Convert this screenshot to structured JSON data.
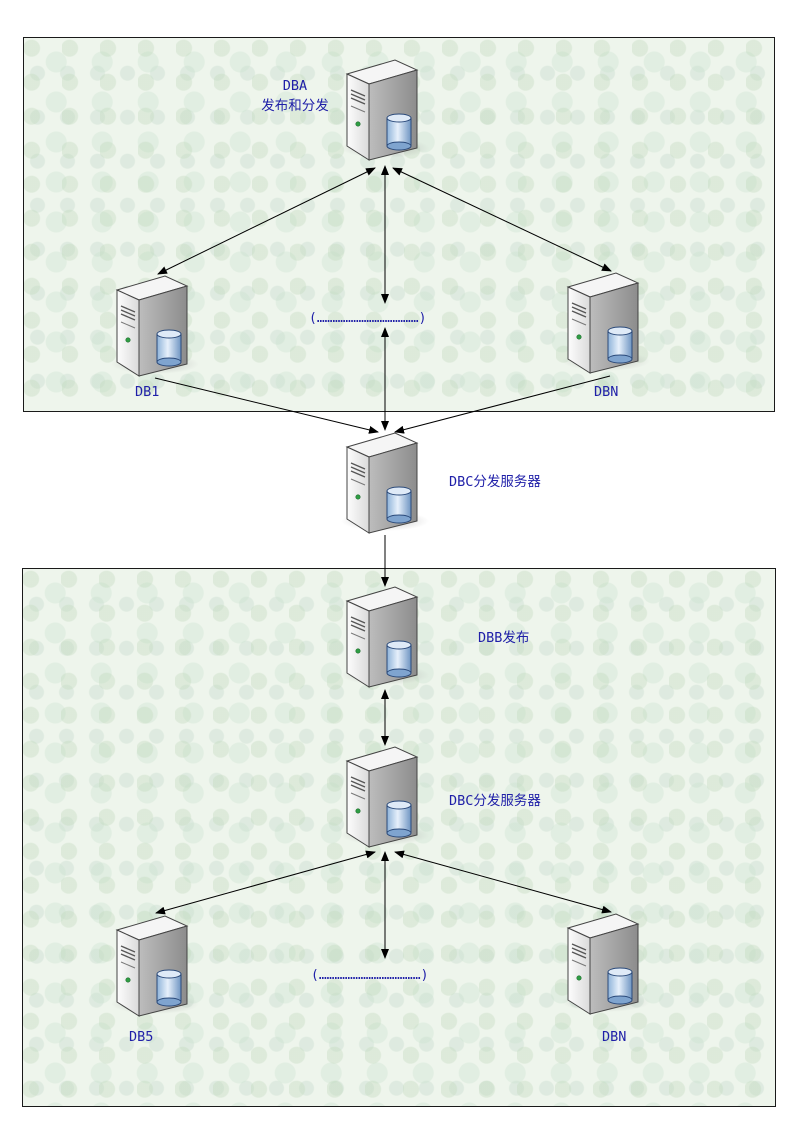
{
  "nodes": {
    "dba": {
      "line1": "DBA",
      "line2": "发布和分发"
    },
    "db1": {
      "label": "DB1"
    },
    "dbn_top": {
      "label": "DBN"
    },
    "top_ellipsis": {
      "label": "(…………………………………)"
    },
    "dbc_middle": {
      "label": "DBC分发服务器"
    },
    "dbb": {
      "label": "DBB发布"
    },
    "dbc_bottom": {
      "label": "DBC分发服务器"
    },
    "db5": {
      "label": "DB5"
    },
    "dbn_bottom": {
      "label": "DBN"
    },
    "bottom_ellipsis": {
      "label": "(…………………………………)"
    }
  },
  "colors": {
    "label": "#1f1fa8",
    "group_fill": "#eef5ec",
    "arrow": "#000000"
  },
  "icons": {
    "server": "server-with-database-icon"
  }
}
